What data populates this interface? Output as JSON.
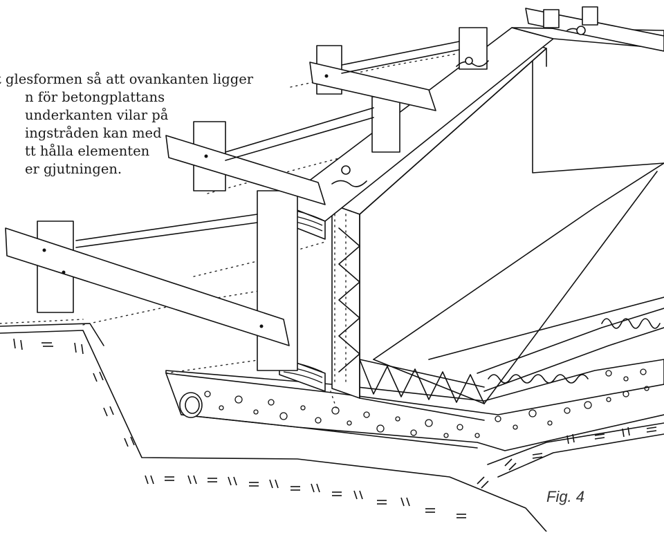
{
  "caption": {
    "lines": [
      "t glesformen så att ovankanten ligger",
      "n för betongplattans",
      "underkanten vilar på",
      "ingstråden kan med",
      "tt hålla elementen",
      "er gjutningen."
    ]
  },
  "figure": {
    "label": "Fig. 4"
  }
}
